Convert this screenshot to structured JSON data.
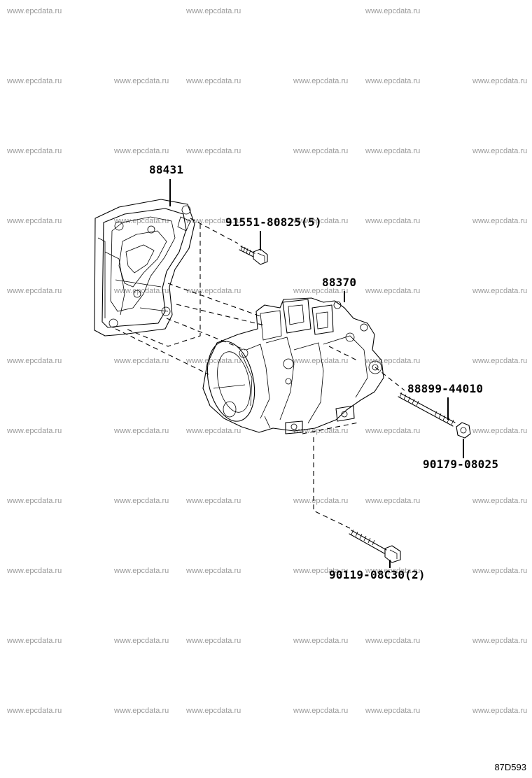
{
  "watermark": "www.epcdata.ru",
  "callouts": {
    "bracket": "88431",
    "bracket_bolt": "91551-80825(5)",
    "compressor": "88370",
    "stud_bolt": "88899-44010",
    "nut": "90179-08025",
    "mount_bolt": "90119-08C30(2)"
  },
  "diagram_code": "87D593"
}
